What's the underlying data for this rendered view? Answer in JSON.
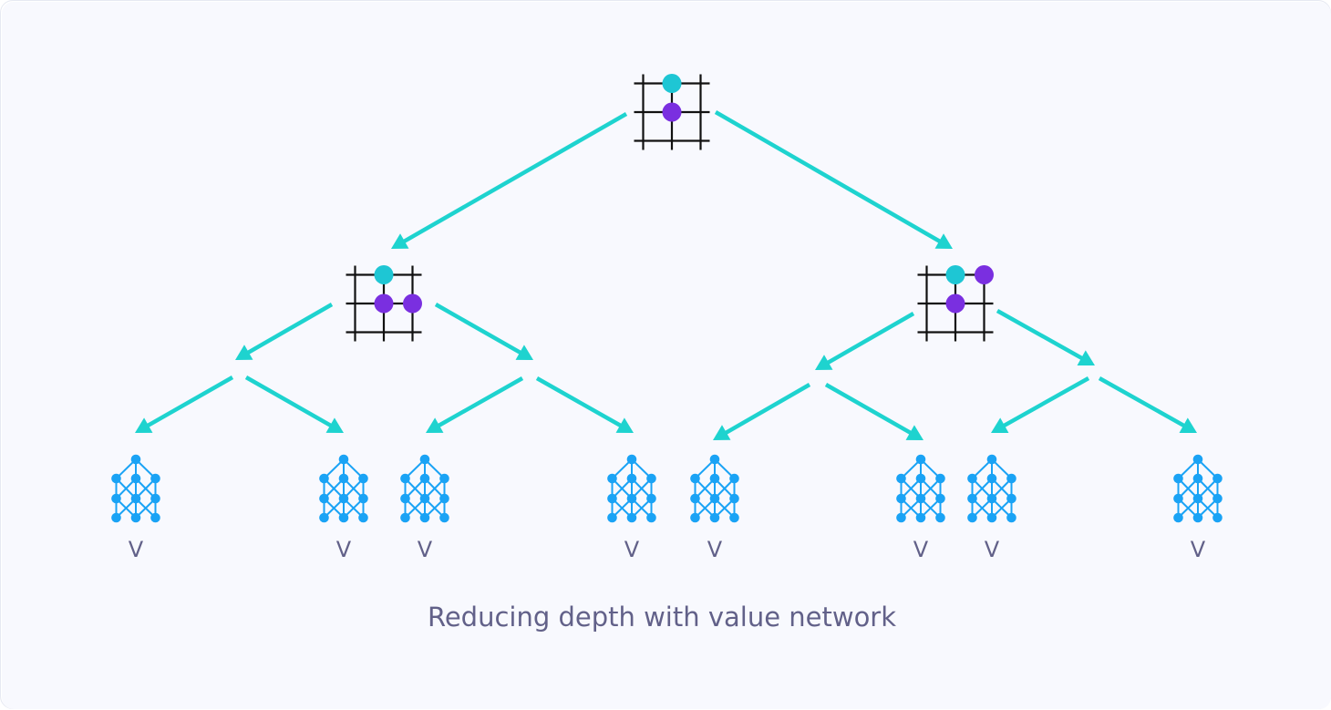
{
  "caption": "Reducing depth with value network",
  "leaf_label": "V",
  "colors": {
    "background": "#f8f9fe",
    "edge": "#1ed3cf",
    "board_line": "#111111",
    "stone_cyan": "#1ec6d4",
    "stone_purple": "#7a2fe0",
    "network": "#1aa3f5",
    "text": "#626189"
  },
  "icons": {
    "board": "go-board-icon",
    "leaf": "neural-network-icon"
  },
  "boards": [
    {
      "id": "root",
      "stones": [
        {
          "row": 0,
          "col": 1,
          "color": "cyan"
        },
        {
          "row": 1,
          "col": 1,
          "color": "purple"
        }
      ]
    },
    {
      "id": "left",
      "stones": [
        {
          "row": 0,
          "col": 1,
          "color": "cyan"
        },
        {
          "row": 1,
          "col": 1,
          "color": "purple"
        },
        {
          "row": 1,
          "col": 2,
          "color": "purple"
        }
      ]
    },
    {
      "id": "right",
      "stones": [
        {
          "row": 0,
          "col": 1,
          "color": "cyan"
        },
        {
          "row": 0,
          "col": 2,
          "color": "purple"
        },
        {
          "row": 1,
          "col": 1,
          "color": "purple"
        }
      ]
    }
  ],
  "leaf_count": 8
}
